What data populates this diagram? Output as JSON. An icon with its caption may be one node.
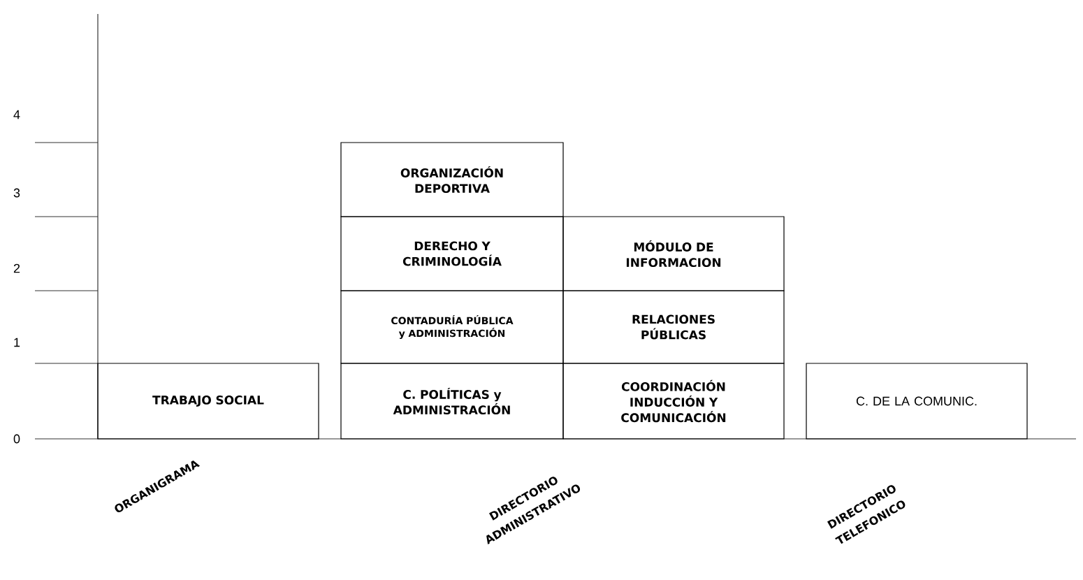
{
  "diagram": {
    "nodes": [
      {
        "text": [
          "TRABAJO SOCIAL"
        ]
      },
      {
        "text": [
          "ORGANIZACIÓN DEPORTIVA"
        ]
      },
      {
        "text": [
          "DERECHO Y CRIMINOLOGÍA"
        ]
      },
      {
        "text": [
          "MÓDULO DE INFORMACION"
        ]
      },
      {
        "text": [
          "CONTADURÍA PÚBLICA y ADMINISTRACIÓN"
        ]
      },
      {
        "text": [
          "RELACIONES PÚBLICAS"
        ]
      },
      {
        "text": [
          "C. POLÍTICAS y ADMINISTRACIÓN"
        ]
      },
      {
        "text": [
          "COORDINACIÓN INDUCCIÓN Y COMUNICACIÓN"
        ]
      },
      {
        "text": [
          "C.  DE LA COMUNIC."
        ]
      }
    ],
    "labels": [
      "4",
      "3",
      "2",
      "1",
      "0",
      "ORGANIGRAMA",
      "DIRECTORIO ADMINISTRATIVO",
      "DIRECTORIO TELEFONICO"
    ]
  }
}
